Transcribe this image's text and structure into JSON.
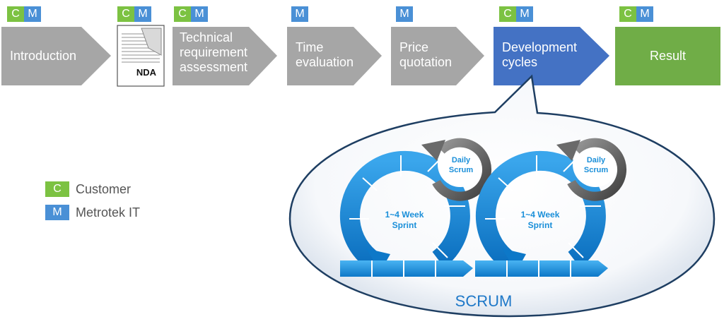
{
  "badges": {
    "c": "C",
    "m": "M"
  },
  "steps": [
    {
      "label": "Introduction",
      "roles": "CM"
    },
    {
      "label": "NDA",
      "roles": "CM"
    },
    {
      "label_lines": [
        "Technical",
        "requirement",
        "assessment"
      ],
      "roles": "CM"
    },
    {
      "label_lines": [
        "Time",
        "evaluation"
      ],
      "roles": "M"
    },
    {
      "label_lines": [
        "Price",
        "quotation"
      ],
      "roles": "M"
    },
    {
      "label_lines": [
        "Development",
        "cycles"
      ],
      "roles": "CM"
    },
    {
      "label": "Result",
      "roles": "CM"
    }
  ],
  "scrum": {
    "title": "SCRUM",
    "cycles": [
      {
        "daily": [
          "Daily",
          "Scrum"
        ],
        "sprint": [
          "1~4 Week",
          "Sprint"
        ]
      },
      {
        "daily": [
          "Daily",
          "Scrum"
        ],
        "sprint": [
          "1~4 Week",
          "Sprint"
        ]
      }
    ]
  },
  "legend": [
    {
      "key": "C",
      "label": "Customer"
    },
    {
      "key": "M",
      "label": "Metrotek IT"
    }
  ],
  "colors": {
    "customer": "#7cc242",
    "metrotek": "#4a90d6",
    "step": "#a6a6a6",
    "development": "#4472c4",
    "result": "#70ad47",
    "scrum": "#1a8fd9"
  }
}
